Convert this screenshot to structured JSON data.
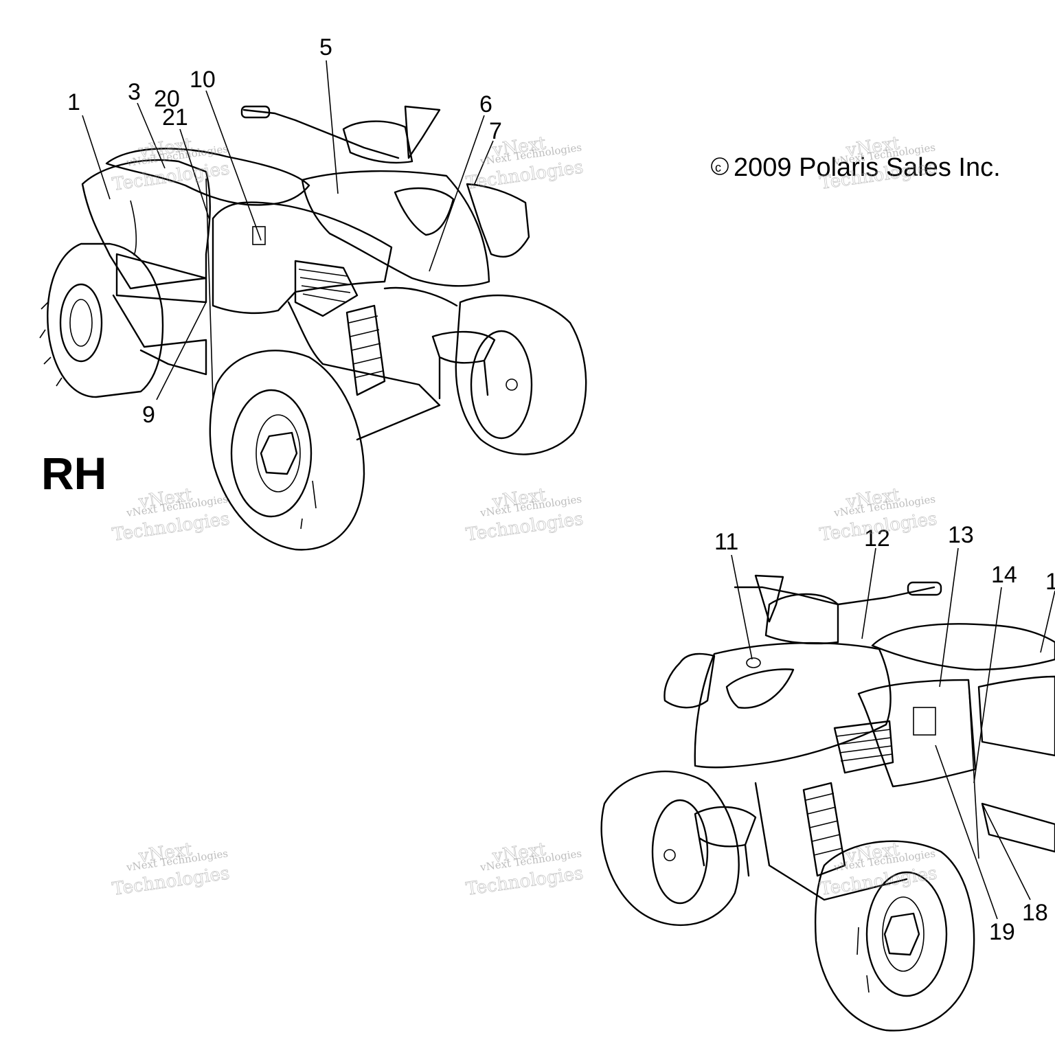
{
  "labels": {
    "view_label": "RH",
    "copyright": "2009 Polaris Sales Inc.",
    "copyright_symbol": "c"
  },
  "callouts_rh": [
    "1",
    "3",
    "20",
    "21",
    "10",
    "5",
    "6",
    "7",
    "9"
  ],
  "callouts_lh": [
    "11",
    "12",
    "13",
    "14",
    "1",
    "18",
    "19"
  ],
  "watermark": {
    "line1": "vNext Technologies",
    "line2": "Technologies",
    "line3": "vNext"
  }
}
